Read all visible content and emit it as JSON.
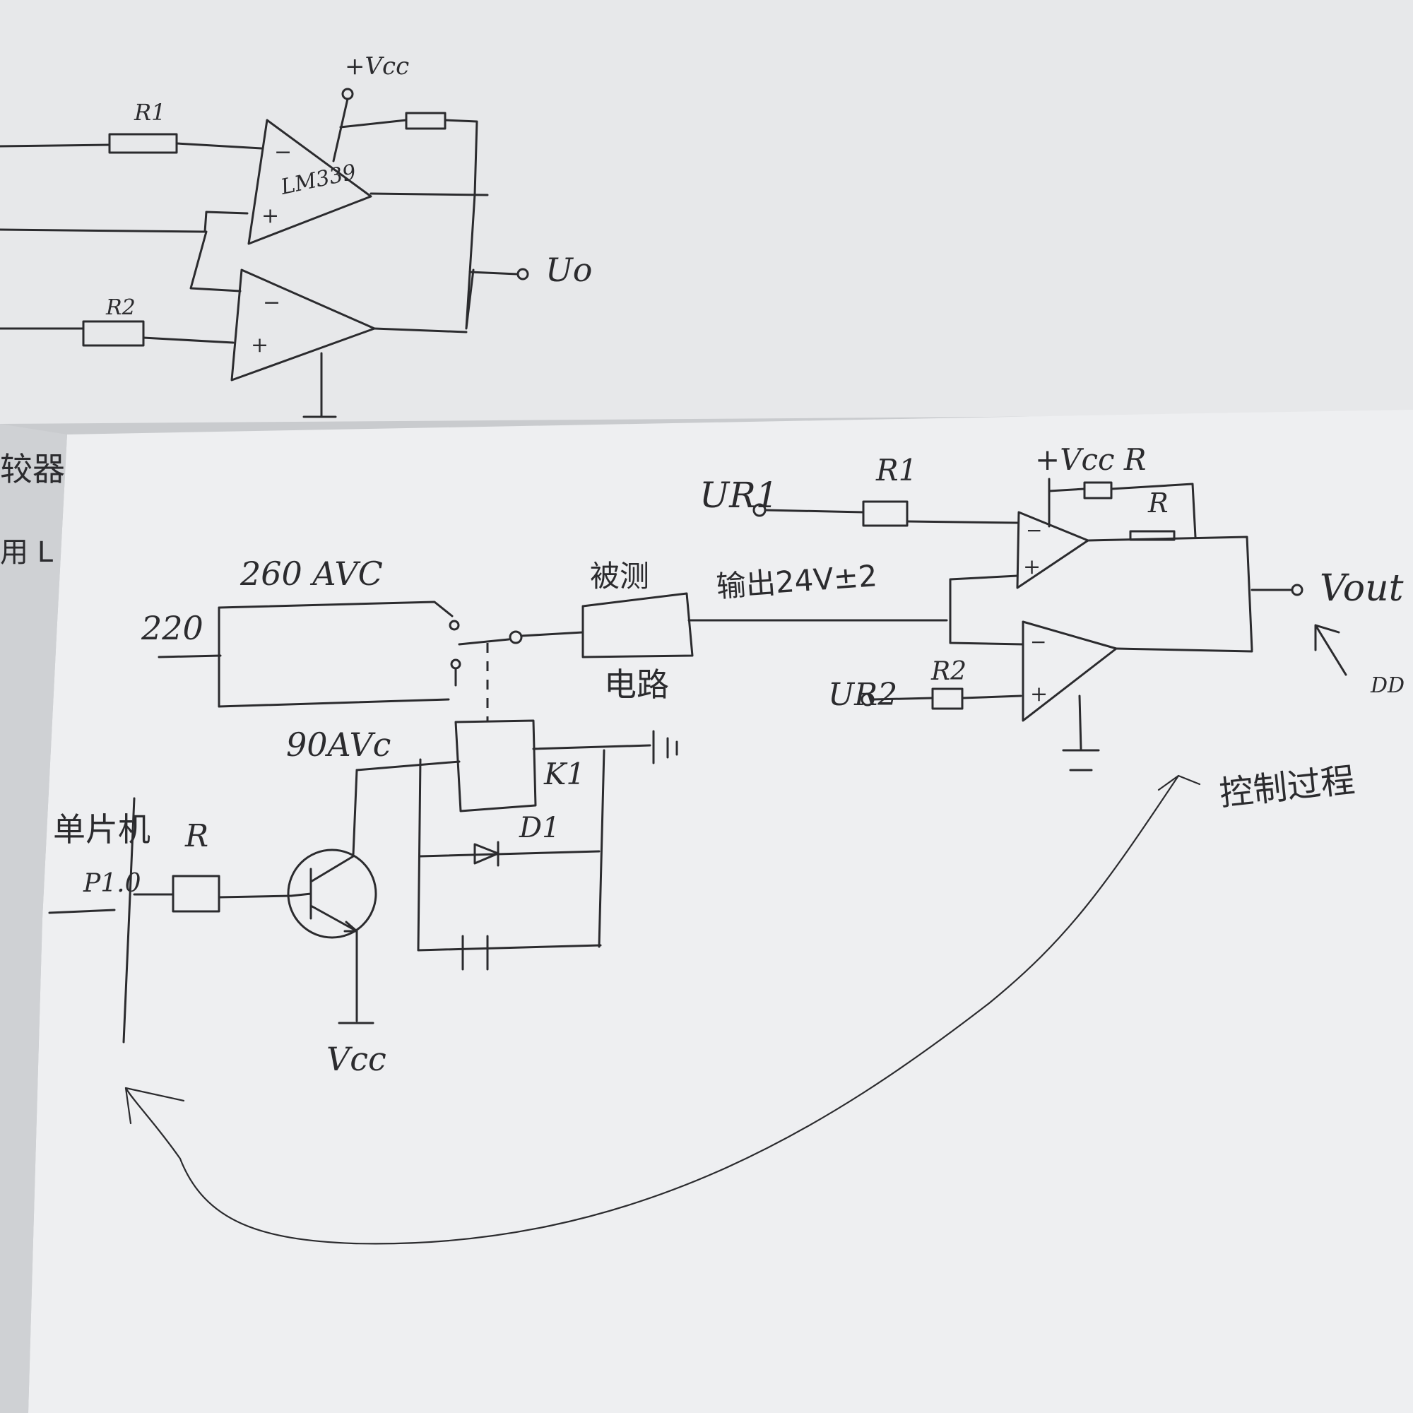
{
  "top_sheet": {
    "vcc_label": "+Vcc",
    "r1_label": "R1",
    "r2_label": "R2",
    "chip_label": "LM339",
    "minus_sign": "−",
    "plus_sign": "+",
    "output_label": "Uo",
    "edge_text_1": "较器",
    "edge_text_2": "用 L"
  },
  "bottom_sheet": {
    "mains_input": "220",
    "transformer_high": "260 AVC",
    "transformer_low": "90AVc",
    "load_label_top": "被测",
    "load_label_bottom": "电路",
    "output_spec": "输出24V±2",
    "relay_label": "K1",
    "diode_label": "D1",
    "mcu_label": "单片机",
    "resistor_r": "R",
    "pin_label": "P1.0",
    "vcc_bottom": "Vcc",
    "ur1_label": "UR1",
    "ur2_label": "UR2",
    "r1_label": "R1",
    "r2_label": "R2",
    "vcc_r_label": "+Vcc R",
    "feedback_r": "R",
    "vout_label": "Vout",
    "control_loop": "控制过程",
    "edge_text": "DD",
    "minus_sign": "−",
    "plus_sign": "+"
  },
  "colors": {
    "ink": "#2b2b2e",
    "paper_top": "#e9eaec",
    "paper_bottom": "#eeeff1",
    "background": "#c9cbce"
  }
}
